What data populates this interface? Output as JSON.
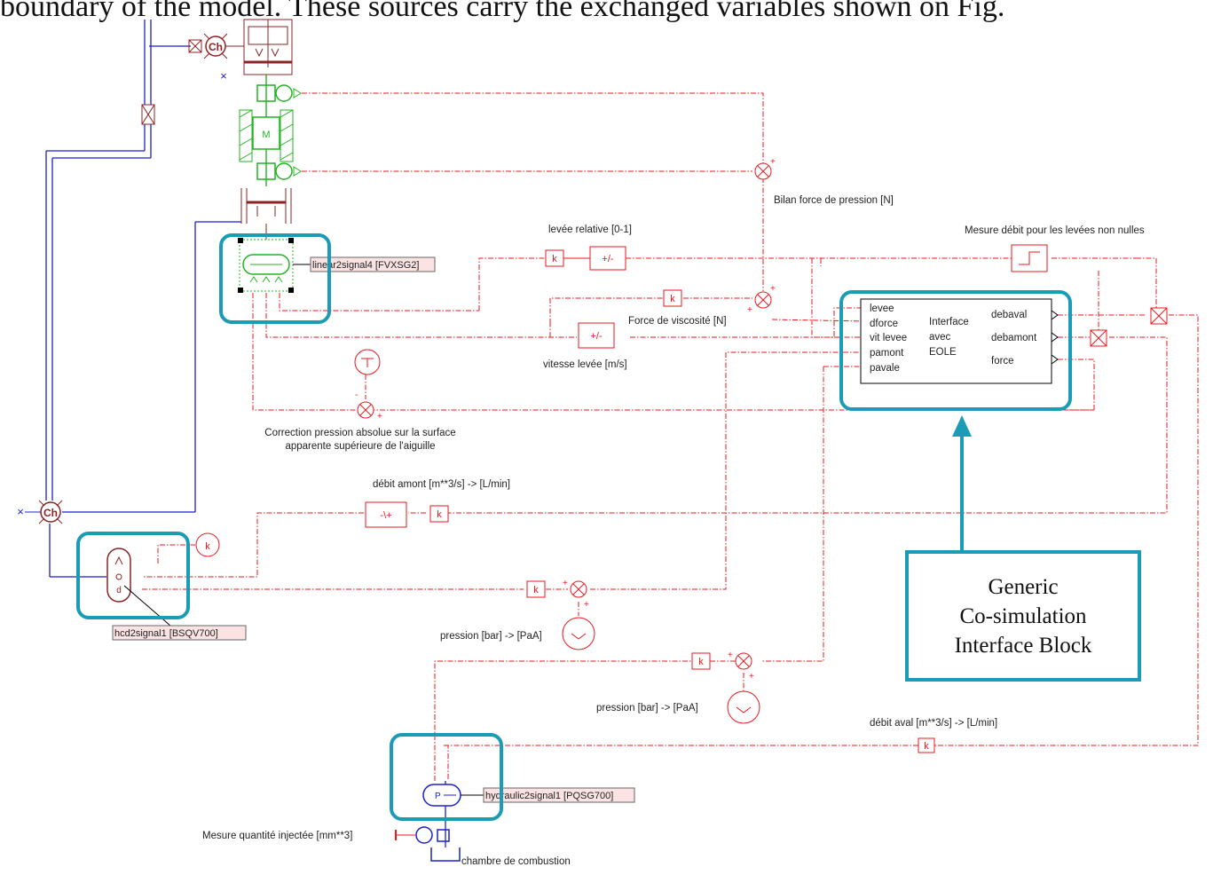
{
  "header_text": "boundary of the model. These sources carry the exchanged variables shown on Fig.",
  "labels": {
    "bilan_force": "Bilan force de pression [N]",
    "levee_relative": "levée relative [0-1]",
    "mesure_debit": "Mesure débit pour les levées non nulles",
    "linear2signal": "linear2signal4 [FVXSG2]",
    "force_viscosite": "Force de viscosité [N]",
    "vitesse_levee": "vitesse levée [m/s]",
    "correction_1": "Correction pression absolue sur la surface",
    "correction_2": "apparente supérieure de l'aiguille",
    "debit_amont": "débit amont [m**3/s] -> [L/min]",
    "hcd2signal": "hcd2signal1 [BSQV700]",
    "pression_1": "pression [bar] -> [PaA]",
    "pression_2": "pression [bar] -> [PaA]",
    "debit_aval": "débit aval [m**3/s] -> [L/min]",
    "hydraulic2signal": "hydraulic2signal1 [PQSG700]",
    "mesure_quantite": "Mesure quantité injectée [mm**3]",
    "chambre": "chambre de combustion"
  },
  "interface_block": {
    "inputs": [
      "levee",
      "dforce",
      "vit levee",
      "pamont",
      "pavale"
    ],
    "center": [
      "Interface",
      "avec",
      "EOLE"
    ],
    "outputs": [
      "debaval",
      "debamont",
      "force"
    ]
  },
  "callout": {
    "line1": "Generic",
    "line2": "Co-simulation",
    "line3": "Interface Block"
  },
  "block_glyphs": {
    "chamber": "Ch",
    "gain": "k",
    "sign": "+/-",
    "mass": "M",
    "hydraulic_port": "P"
  },
  "colors": {
    "signal": "#e8191f",
    "hydraulic": "#1c1fd0",
    "mechanical": "#1fb51f",
    "structure": "#8b2323",
    "highlight": "#1b9bb6"
  }
}
